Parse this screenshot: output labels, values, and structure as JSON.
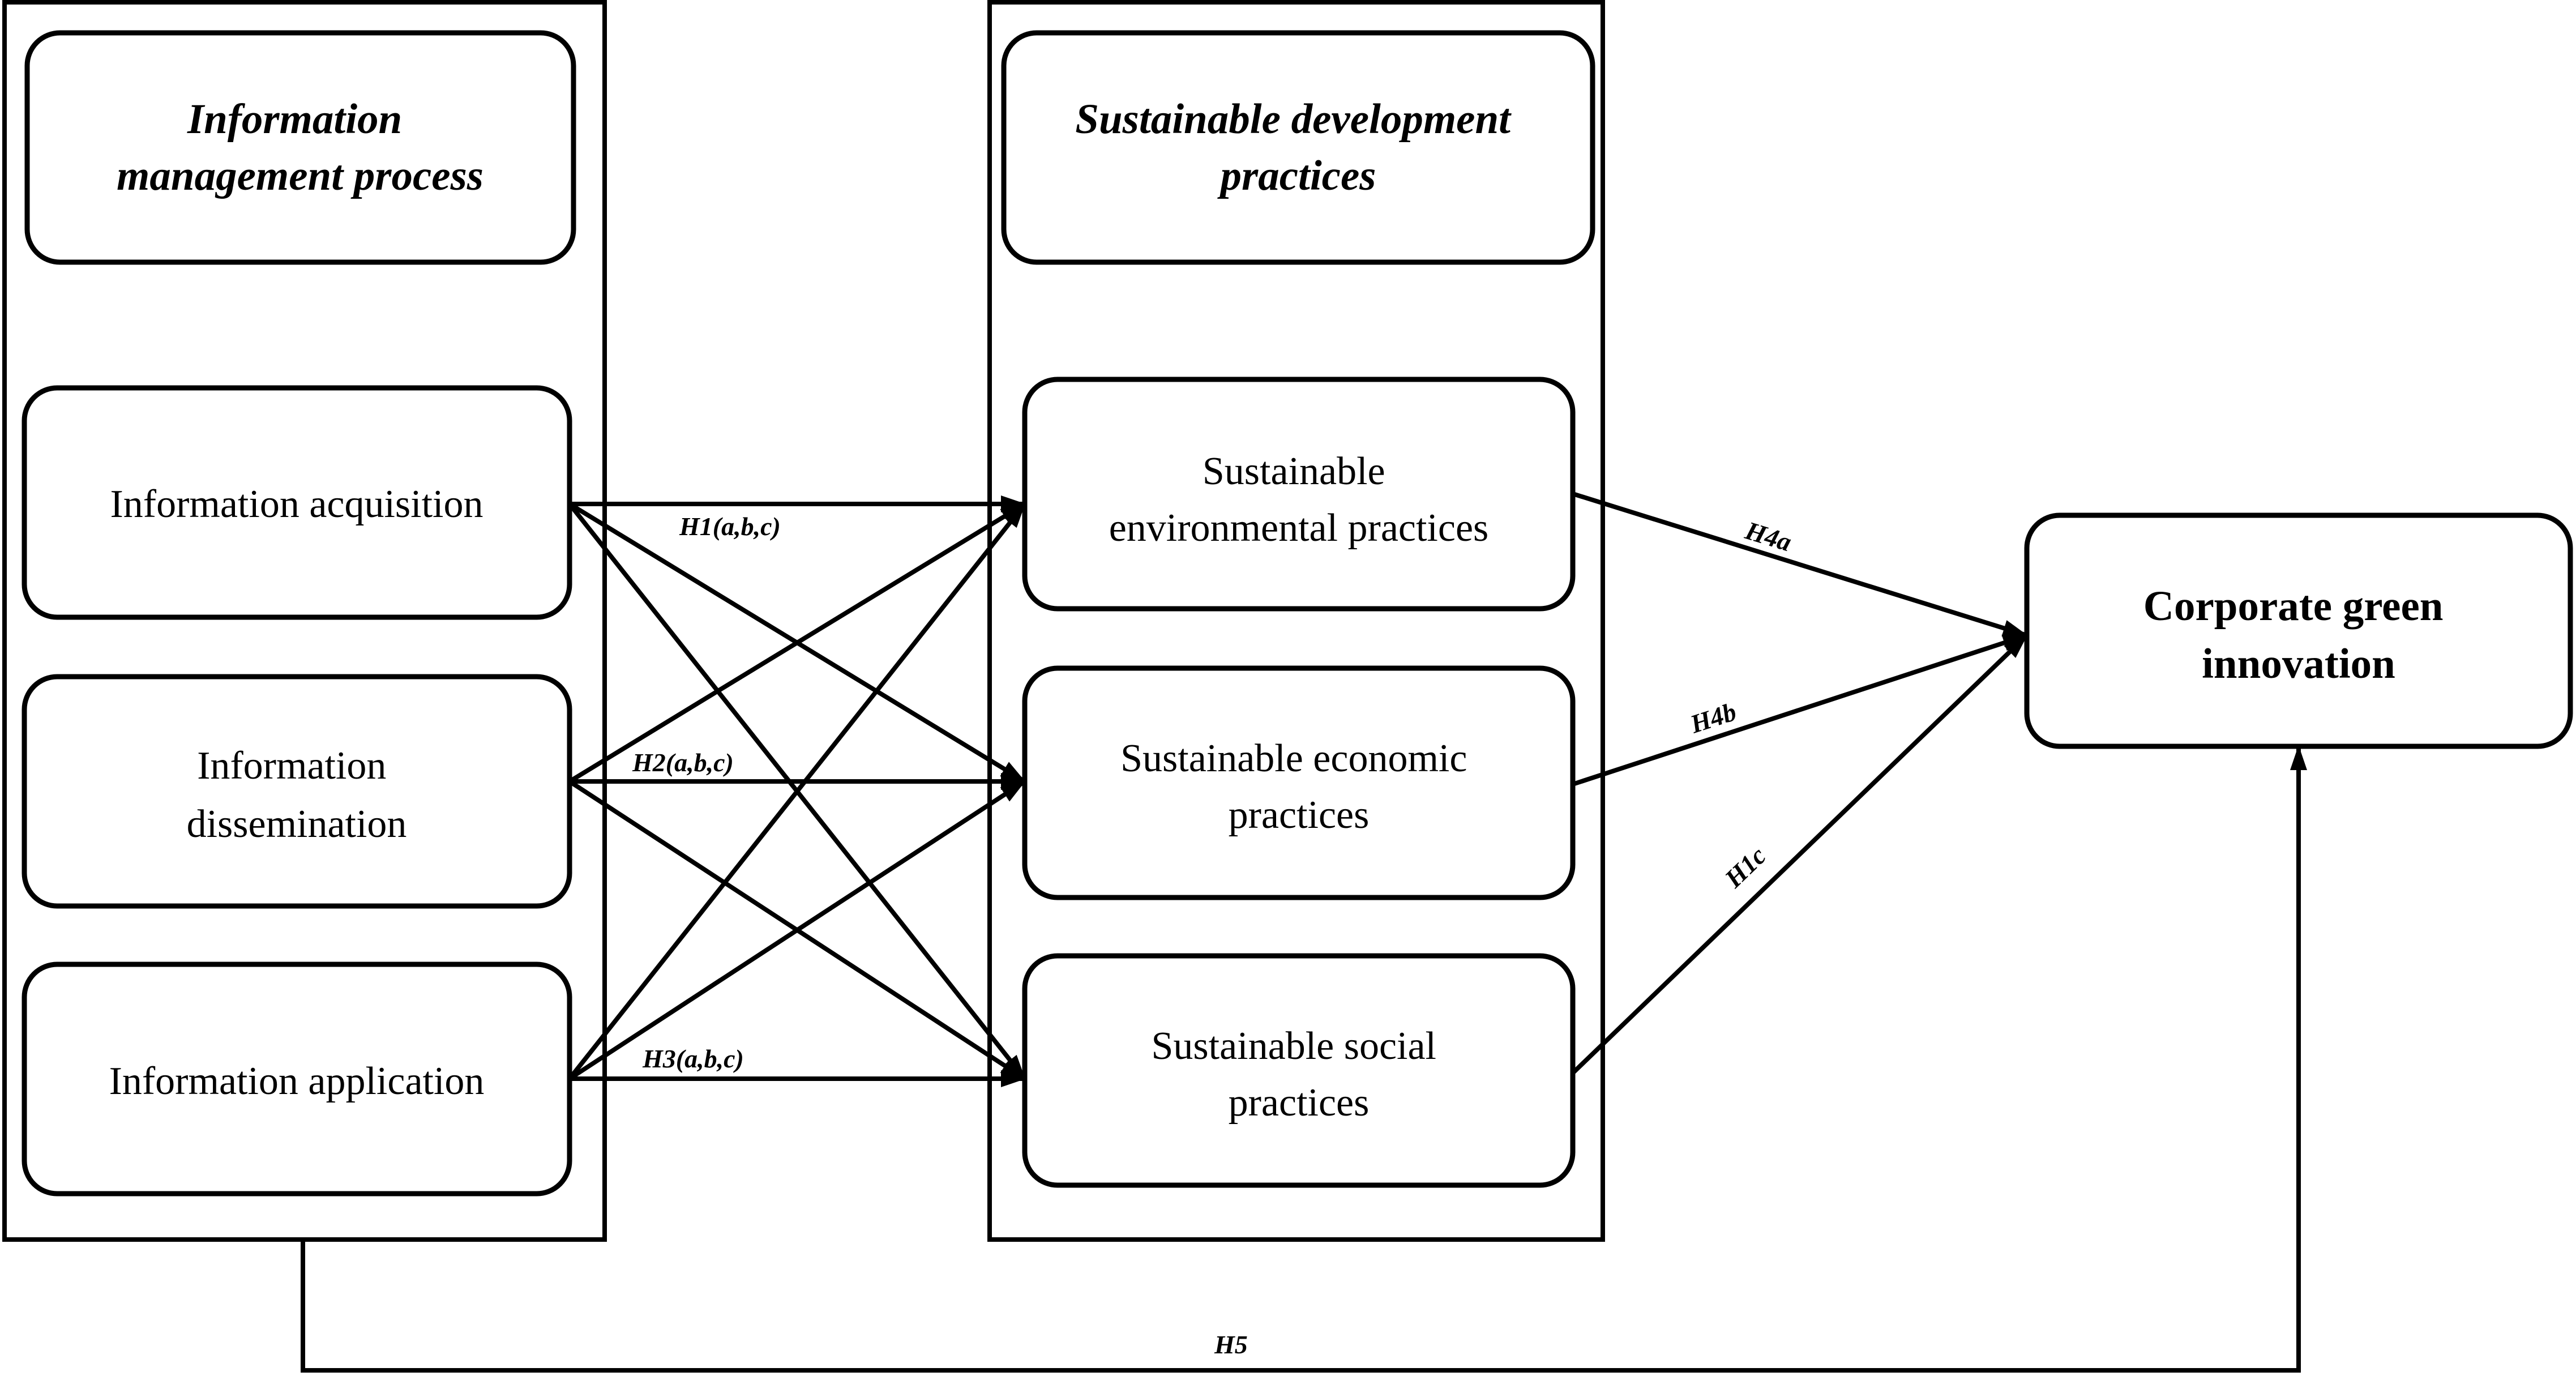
{
  "groups": {
    "left_header": [
      "Information",
      "management process"
    ],
    "middle_header": [
      "Sustainable development",
      "practices"
    ]
  },
  "nodes": {
    "acquisition": [
      "Information acquisition"
    ],
    "dissemination": [
      "Information",
      "dissemination"
    ],
    "application": [
      "Information application"
    ],
    "environmental": [
      "Sustainable",
      "environmental practices"
    ],
    "economic": [
      "Sustainable economic",
      "practices"
    ],
    "social": [
      "Sustainable social",
      "practices"
    ],
    "green": [
      "Corporate green",
      "innovation"
    ]
  },
  "edge_labels": {
    "h1": "H1(a,b,c)",
    "h2": "H2(a,b,c)",
    "h3": "H3(a,b,c)",
    "h4a": "H4a",
    "h4b": "H4b",
    "h1c": "H1c",
    "h5": "H5"
  },
  "colors": {
    "stroke": "#000000",
    "background": "#ffffff"
  }
}
